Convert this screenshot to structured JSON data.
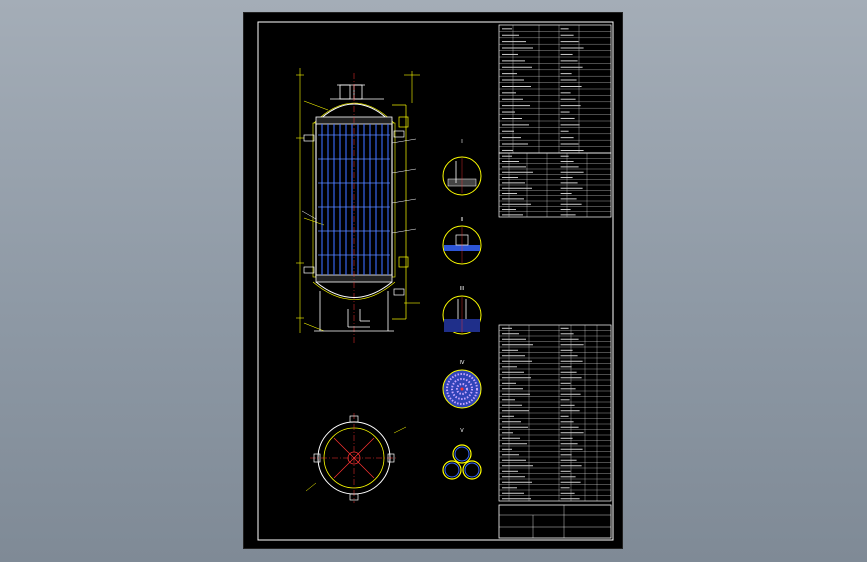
{
  "drawing": {
    "title_text": "",
    "colors": {
      "background": "#000000",
      "outline": "#ffffff",
      "annotation": "#ffff00",
      "tube": "#3a6cff",
      "centerline": "#ff3333",
      "viewport": "#8d99a6"
    },
    "details": [
      {
        "id": "I"
      },
      {
        "id": "II"
      },
      {
        "id": "III"
      },
      {
        "id": "IV"
      },
      {
        "id": "V"
      }
    ],
    "icons": [
      "vessel-elevation",
      "top-plan-view",
      "detail-callout",
      "title-block"
    ]
  }
}
